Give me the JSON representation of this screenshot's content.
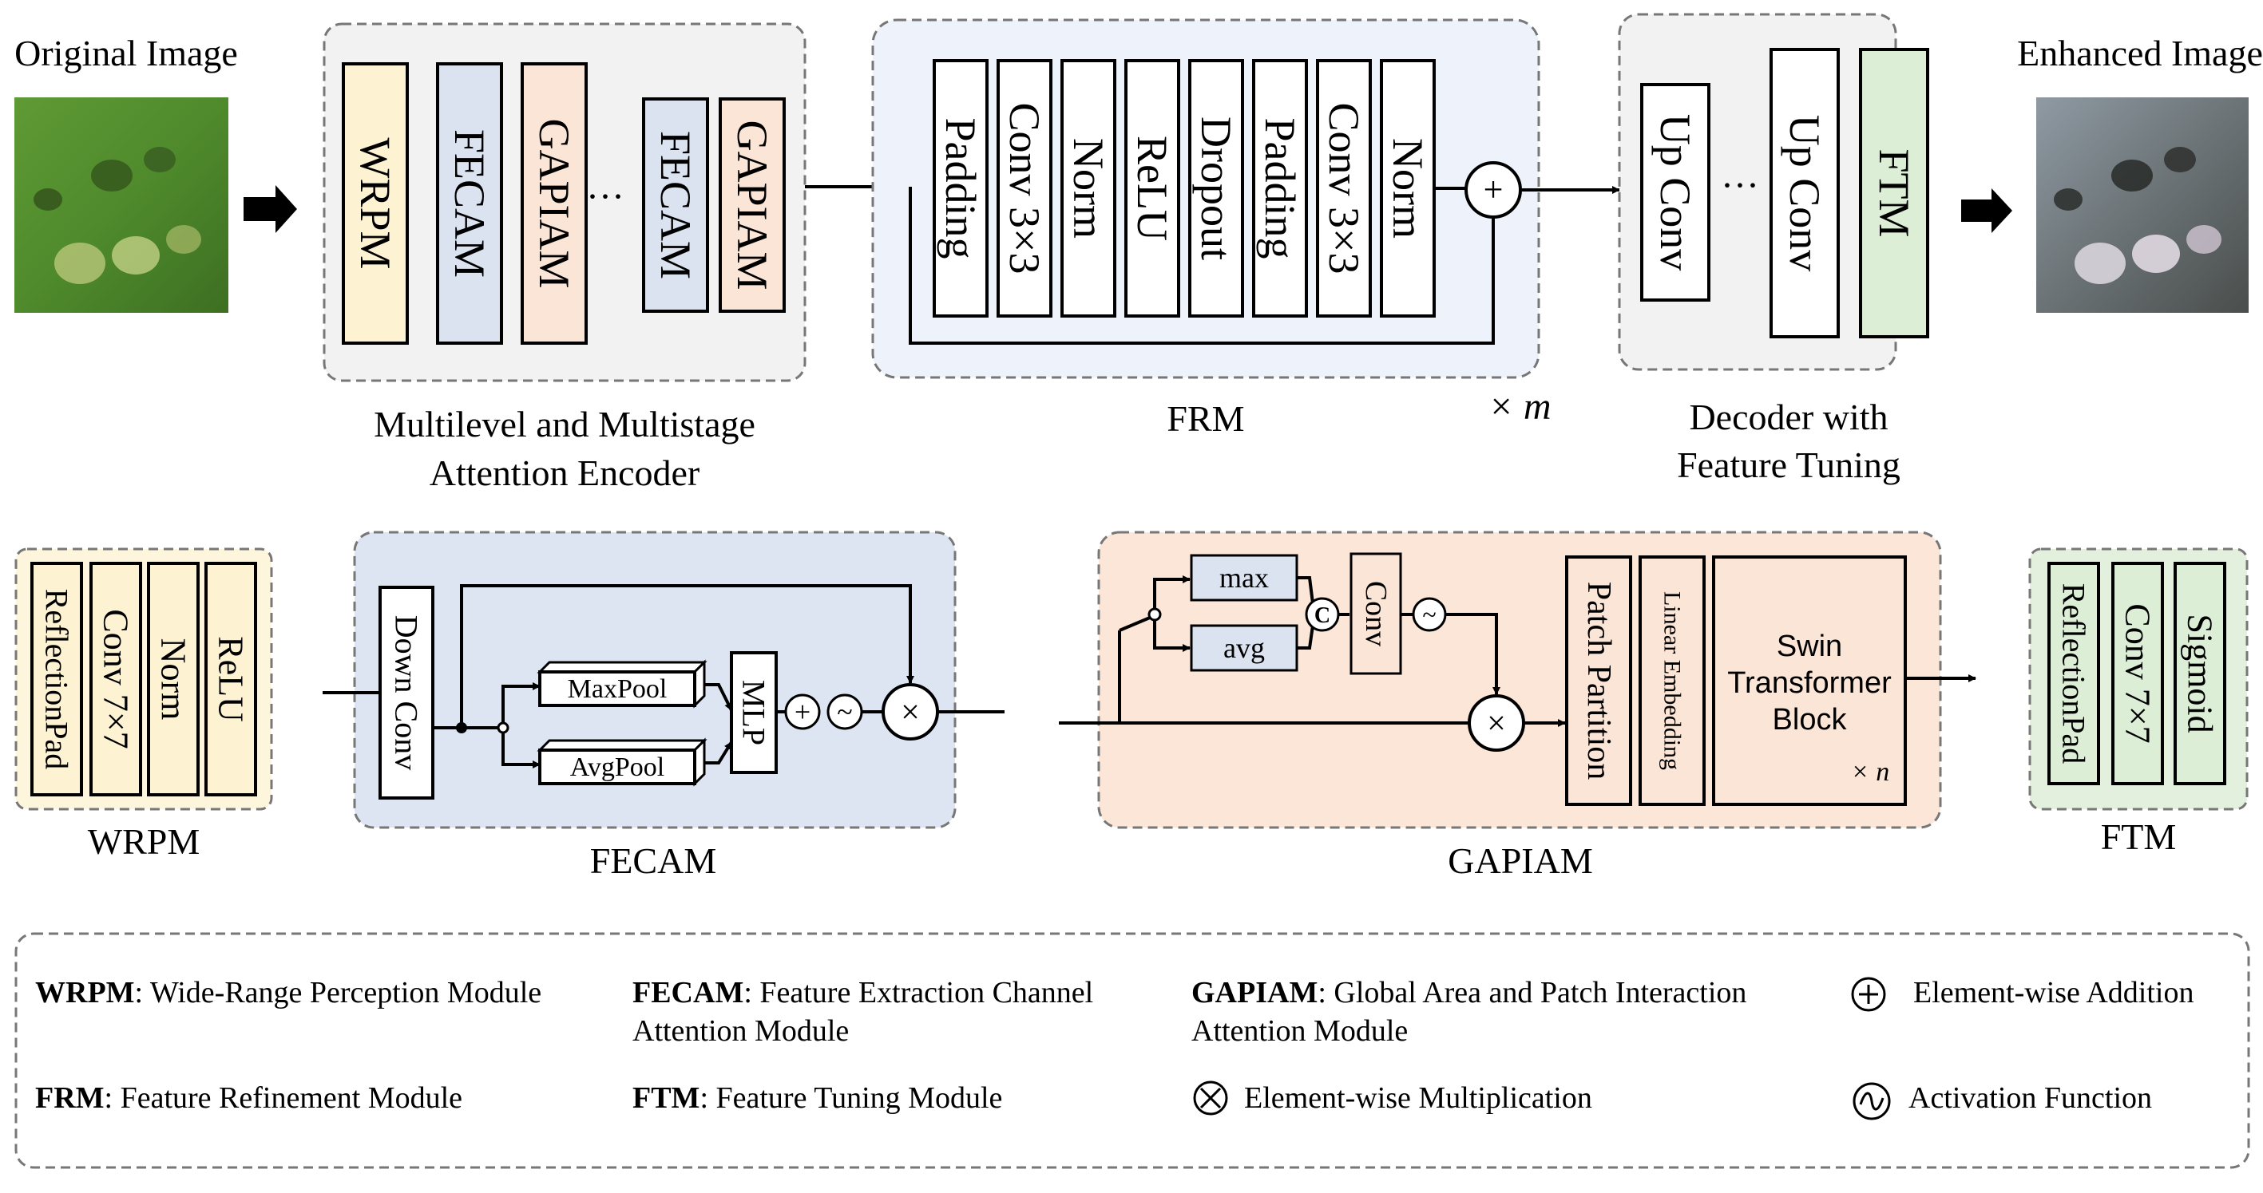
{
  "top": {
    "original_image": "Original Image",
    "enhanced_image": "Enhanced Image",
    "encoder": {
      "blocks": [
        "WRPM",
        "FECAM",
        "GAPIAM",
        "FECAM",
        "GAPIAM"
      ],
      "ellipsis": "···",
      "caption_line1": "Multilevel and Multistage",
      "caption_line2": "Attention Encoder"
    },
    "frm": {
      "blocks": [
        "Padding",
        "Conv 3×3",
        "Norm",
        "ReLU",
        "Dropout",
        "Padding",
        "Conv 3×3",
        "Norm"
      ],
      "add_symbol": "+",
      "caption": "FRM",
      "repeat": "× m"
    },
    "decoder": {
      "blocks": [
        "Up Conv",
        "Up Conv",
        "FTM"
      ],
      "ellipsis": "···",
      "caption_line1": "Decoder with",
      "caption_line2": "Feature Tuning"
    }
  },
  "modules": {
    "wrpm": {
      "blocks": [
        "ReflectionPad",
        "Conv 7×7",
        "Norm",
        "ReLU"
      ],
      "caption": "WRPM"
    },
    "fecam": {
      "down_conv": "Down Conv",
      "maxpool": "MaxPool",
      "avgpool": "AvgPool",
      "mlp": "MLP",
      "add_symbol": "+",
      "act_symbol": "~",
      "mul_symbol": "×",
      "caption": "FECAM"
    },
    "gapiam": {
      "max": "max",
      "avg": "avg",
      "concat": "C",
      "conv": "Conv",
      "act_symbol": "~",
      "mul_symbol": "×",
      "patch_partition": "Patch Partition",
      "linear_embedding": "Linear Embedding",
      "swin_line1": "Swin",
      "swin_line2": "Transformer",
      "swin_line3": "Block",
      "swin_repeat": "× n",
      "caption": "GAPIAM"
    },
    "ftm": {
      "blocks": [
        "ReflectionPad",
        "Conv 7×7",
        "Sigmoid"
      ],
      "caption": "FTM"
    }
  },
  "legend": {
    "wrpm_abbr": "WRPM",
    "wrpm_def": ": Wide-Range Perception Module",
    "fecam_abbr": "FECAM",
    "fecam_def1": ": Feature Extraction Channel",
    "fecam_def2": "Attention Module",
    "gapiam_abbr": "GAPIAM",
    "gapiam_def1": ": Global Area and Patch Interaction",
    "gapiam_def2": "Attention Module",
    "addition": "Element-wise Addition",
    "frm_abbr": "FRM",
    "frm_def": ": Feature Refinement Module",
    "ftm_abbr": "FTM",
    "ftm_def": ": Feature Tuning Module",
    "multiplication": "Element-wise Multiplication",
    "activation": "Activation Function"
  },
  "colors": {
    "yellow": "#fdf3d2",
    "blue": "#dbe3f1",
    "peach": "#fbe5d6",
    "green": "#dcefd6",
    "gray_panel": "#f2f2f2",
    "frm_panel": "#eef2fa",
    "fecam_panel": "#dde5f2",
    "gapiam_panel": "#fbe6d8",
    "wrpm_panel": "#fdf5dc",
    "ftm_panel": "#e3f0de"
  }
}
